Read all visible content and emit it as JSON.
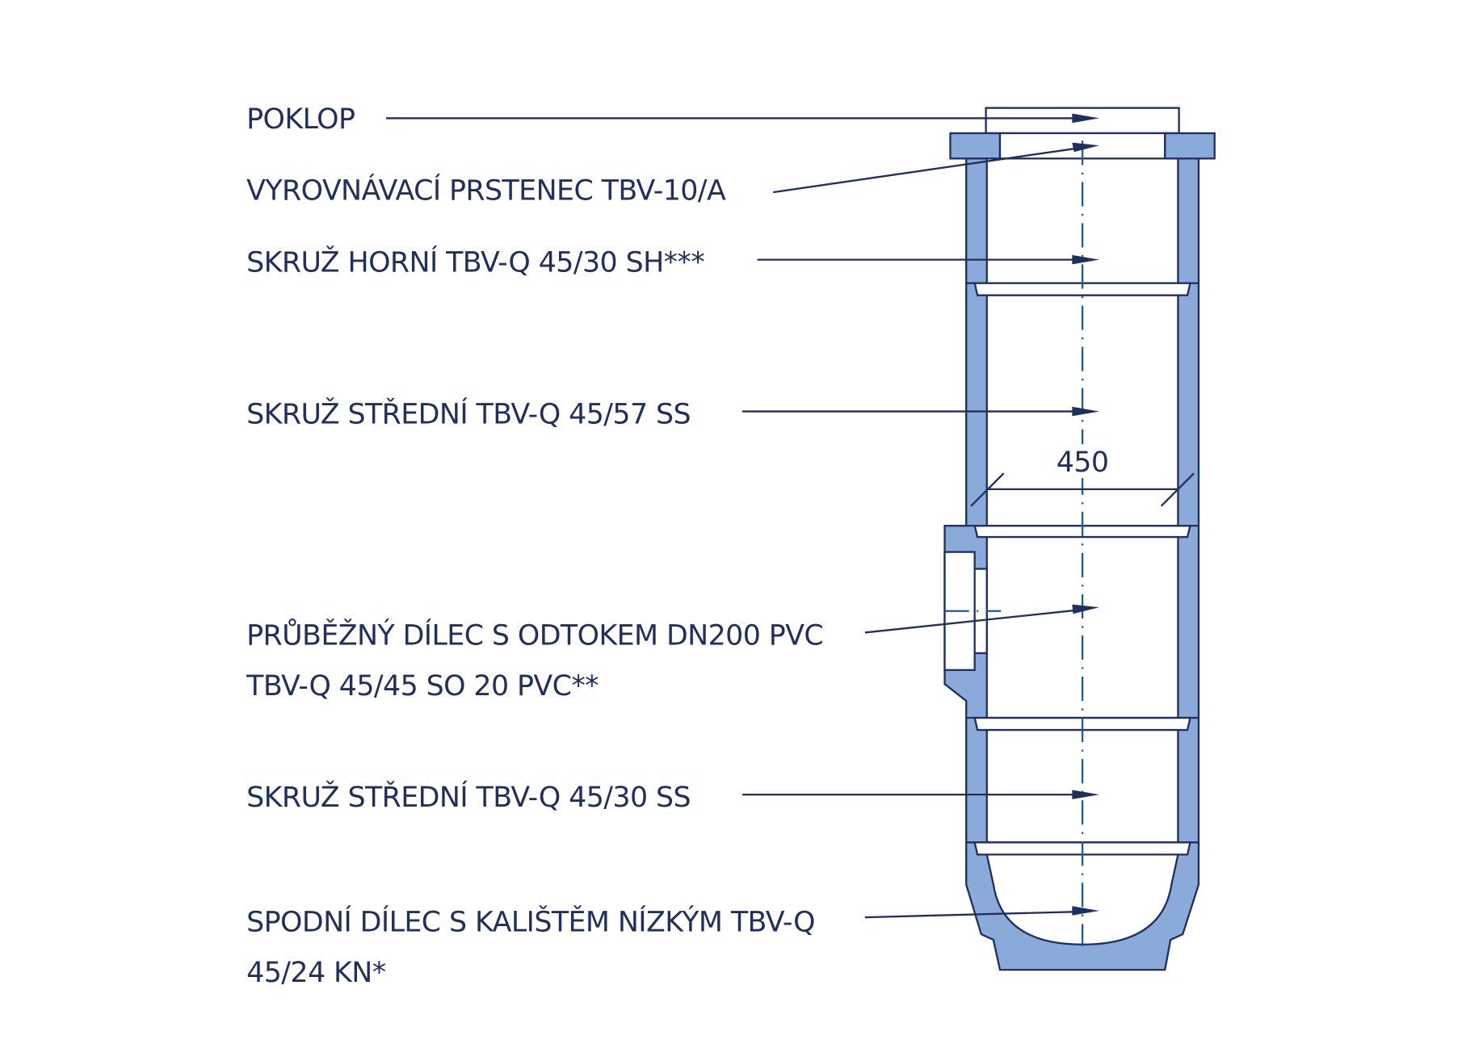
{
  "labels": {
    "poklop": "POKLOP",
    "ring": "VYROVNÁVACÍ PRSTENEC TBV-10/A",
    "upper": "SKRUŽ HORNÍ TBV-Q 45/30 SH***",
    "middle1": "SKRUŽ STŘEDNÍ TBV-Q 45/57 SS",
    "outlet_line1": "PRŮBĚŽNÝ DÍLEC S ODTOKEM DN200 PVC",
    "outlet_line2": "TBV-Q 45/45 SO 20 PVC**",
    "middle2": "SKRUŽ STŘEDNÍ TBV-Q 45/30 SS",
    "bottom_line1": "SPODNÍ DÍLEC S KALIŠTĚM NÍZKÝM TBV-Q",
    "bottom_line2": "45/24 KN*"
  },
  "dimension": "450",
  "colors": {
    "text": "#1f2f5e",
    "concrete": "#8aabd9",
    "centerline": "#1a5e9e"
  }
}
